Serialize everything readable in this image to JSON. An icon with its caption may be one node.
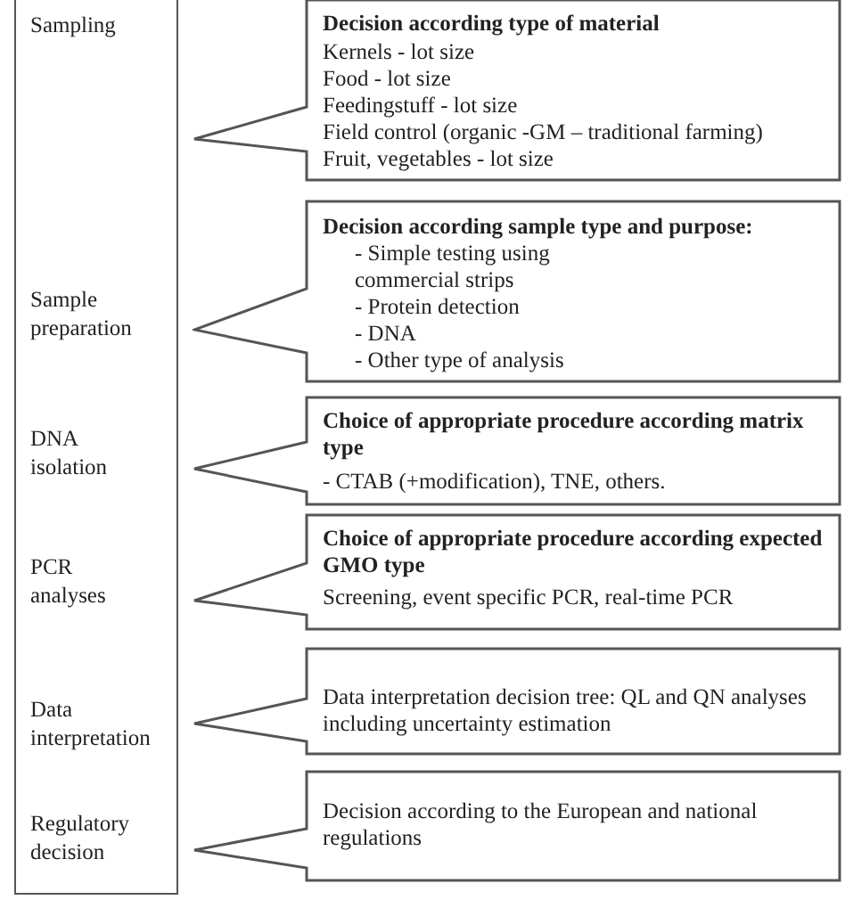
{
  "diagram": {
    "nodes": [
      {
        "text": [
          "Sampling",
          "Sample preparation",
          "DNA isolation",
          "PCR analyses",
          "Data interpretation",
          "Regulatory decision"
        ]
      },
      {
        "text": [
          "Decision according type of material",
          "Kernels - lot size",
          "Food - lot size",
          "Feedingstuff - lot size",
          "Field control (organic -GM – traditional farming)",
          "Fruit, vegetables - lot size"
        ]
      },
      {
        "text": [
          "Decision according sample type and purpose:",
          "- Simple testing using commercial strips",
          "- Protein detection",
          "- DNA",
          "- Other type of analysis"
        ]
      },
      {
        "text": [
          "Choice of appropriate procedure according matrix type",
          "- CTAB (+modification), TNE, others."
        ]
      },
      {
        "text": [
          "Choice of appropriate procedure according expected GMO type",
          "Screening, event specific PCR, real-time PCR"
        ]
      },
      {
        "text": [
          "Data interpretation decision tree: QL and QN analyses including uncertainty estimation"
        ]
      },
      {
        "text": [
          "Decision according to the European and national regulations"
        ]
      }
    ]
  }
}
